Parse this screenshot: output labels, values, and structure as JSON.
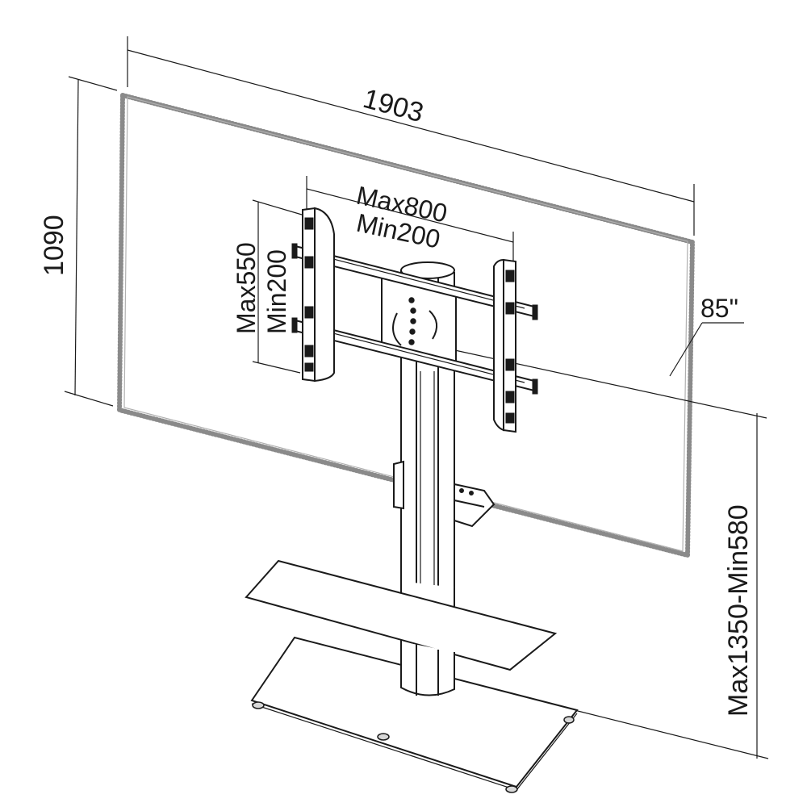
{
  "dimensions": {
    "tv_width": "1903",
    "tv_height": "1090",
    "vesa_horizontal_max": "Max800",
    "vesa_horizontal_min": "Min200",
    "vesa_vertical_max": "Max550",
    "vesa_vertical_min": "Min200",
    "screen_size": "85\"",
    "height_range": "Max1350-Min580"
  }
}
